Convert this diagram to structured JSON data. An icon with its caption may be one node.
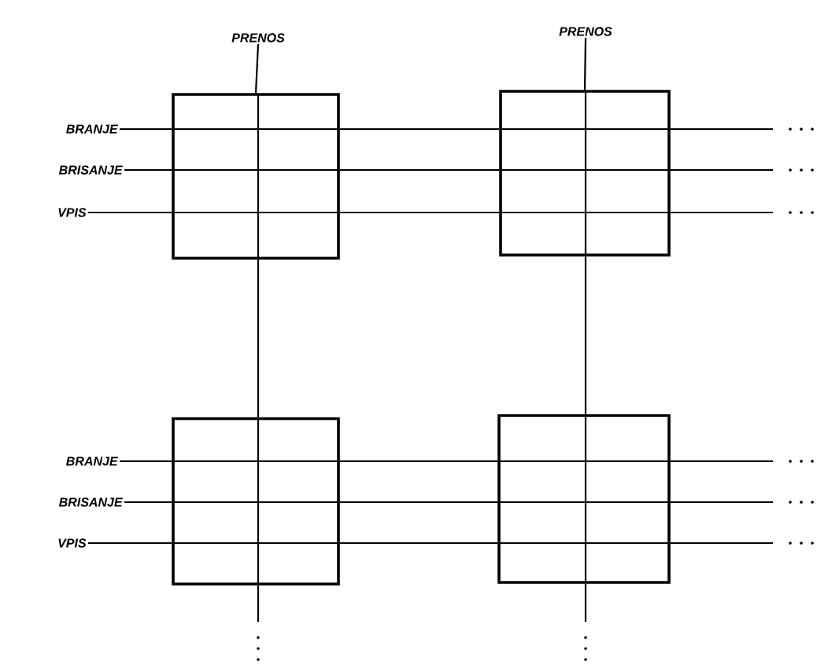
{
  "diagram": {
    "nodes": [
      {
        "text": [
          "PRENOS"
        ]
      },
      {
        "text": [
          "PRENOS"
        ]
      },
      {
        "text": [
          "BRANJE"
        ]
      },
      {
        "text": [
          "BRISANJE"
        ]
      },
      {
        "text": [
          "VPIS"
        ]
      },
      {
        "text": [
          "BRANJE"
        ]
      },
      {
        "text": [
          "BRISANJE"
        ]
      },
      {
        "text": [
          "VPIS"
        ]
      },
      {
        "text": [],
        "shape": "box"
      },
      {
        "text": [],
        "shape": "box"
      },
      {
        "text": [],
        "shape": "box"
      },
      {
        "text": [],
        "shape": "box"
      }
    ],
    "edges": [
      {
        "from": 0,
        "to": 8,
        "arrow": "none"
      },
      {
        "from": 8,
        "to": 10,
        "arrow": "none"
      },
      {
        "from": 10,
        "to": null,
        "arrow": "none"
      },
      {
        "from": 1,
        "to": 9,
        "arrow": "none"
      },
      {
        "from": 9,
        "to": 11,
        "arrow": "none"
      },
      {
        "from": 11,
        "to": null,
        "arrow": "none"
      },
      {
        "from": 2,
        "to": 8,
        "arrow": "none"
      },
      {
        "from": 8,
        "to": 9,
        "arrow": "none"
      },
      {
        "from": 9,
        "to": null,
        "arrow": "none"
      },
      {
        "from": 3,
        "to": 8,
        "arrow": "none"
      },
      {
        "from": 8,
        "to": 9,
        "arrow": "none"
      },
      {
        "from": 9,
        "to": null,
        "arrow": "none"
      },
      {
        "from": 4,
        "to": 8,
        "arrow": "none"
      },
      {
        "from": 8,
        "to": 9,
        "arrow": "none"
      },
      {
        "from": 9,
        "to": null,
        "arrow": "none"
      },
      {
        "from": 5,
        "to": 10,
        "arrow": "none"
      },
      {
        "from": 10,
        "to": 11,
        "arrow": "none"
      },
      {
        "from": 11,
        "to": null,
        "arrow": "none"
      },
      {
        "from": 6,
        "to": 10,
        "arrow": "none"
      },
      {
        "from": 10,
        "to": 11,
        "arrow": "none"
      },
      {
        "from": 11,
        "to": null,
        "arrow": "none"
      },
      {
        "from": 7,
        "to": 10,
        "arrow": "none"
      },
      {
        "from": 10,
        "to": 11,
        "arrow": "none"
      },
      {
        "from": 11,
        "to": null,
        "arrow": "none"
      }
    ]
  }
}
